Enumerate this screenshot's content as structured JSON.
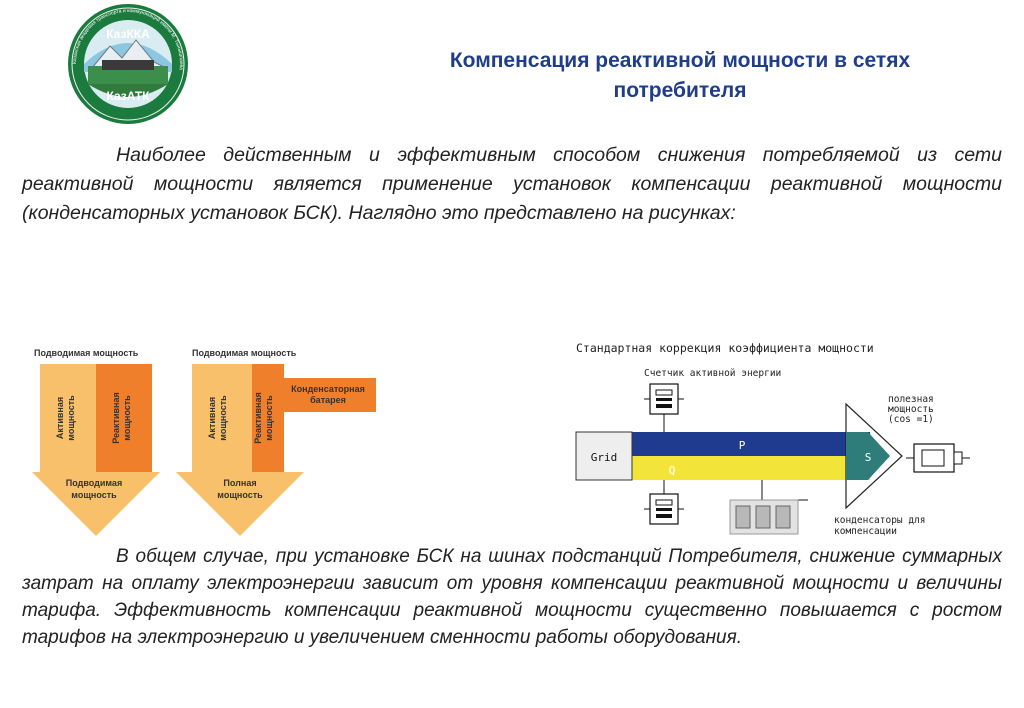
{
  "logo": {
    "top_text": "КазККА",
    "bottom_text": "КазАТК",
    "ring_text": "Казахская академия транспорта и коммуникаций имени М. Тынышпаева"
  },
  "title": {
    "line1": "Компенсация реактивной мощности в сетях",
    "line2": "потребителя"
  },
  "paragraph1": "Наиболее действенным и эффективным способом снижения потребляемой из сети реактивной мощности является применение установок компенсации реактивной мощности (конденсаторных установок БСК). Наглядно это представлено на рисунках:",
  "figure_left": {
    "diagram1": {
      "heading": "Подводимая мощность",
      "active": [
        "Активная",
        "мощность"
      ],
      "reactive": [
        "Реактивная",
        "мощность"
      ],
      "bottom": [
        "Подводимая",
        "мощность"
      ]
    },
    "diagram2": {
      "heading": "Подводимая мощность",
      "active": [
        "Активная",
        "мощность"
      ],
      "reactive": [
        "Реактивная",
        "мощность"
      ],
      "battery": [
        "Конденсаторная",
        "батарея"
      ],
      "bottom": [
        "Полная",
        "мощность"
      ]
    }
  },
  "figure_right": {
    "title": "Стандартная коррекция коэффициента мощности",
    "meter_label": "Счетчик активной энергии",
    "grid_label": "Grid",
    "p_label": "P",
    "q_label": "Q",
    "s_label": "S",
    "useful_power": [
      "полезная",
      "мощность",
      "(cos  =1)"
    ],
    "capacitors": [
      "конденсаторы для",
      "компенсации"
    ]
  },
  "paragraph2": "В общем случае, при установке БСК на шинах подстанций Потребителя, снижение суммарных затрат на оплату электроэнергии зависит от уровня компенсации реактивной мощности и величины тарифа. Эффективность компенсации реактивной мощности существенно повышается с ростом тарифов на электроэнергию и увеличением сменности работы оборудования.",
  "colors": {
    "title": "#1f3d8a",
    "active_power": "#f8c06a",
    "reactive_power": "#f07f2c",
    "grid_blue": "#1f3b8f",
    "grid_yellow": "#f3e43a",
    "s_teal": "#2e7d7b"
  }
}
